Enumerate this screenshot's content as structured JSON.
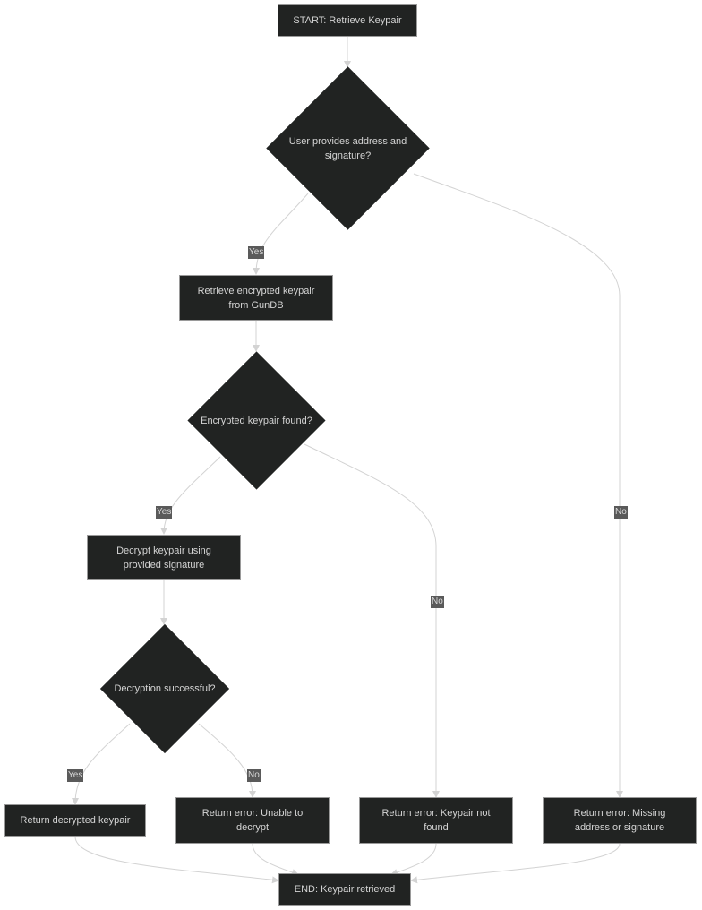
{
  "nodes": {
    "start": "START: Retrieve Keypair",
    "q_user_provides": "User provides address and signature?",
    "retrieve": "Retrieve encrypted keypair from GunDB",
    "q_found": "Encrypted keypair found?",
    "decrypt": "Decrypt keypair using provided signature",
    "q_decrypt_ok": "Decryption successful?",
    "return_keypair": "Return decrypted keypair",
    "err_decrypt": "Return error: Unable to decrypt",
    "err_not_found": "Return error: Keypair not found",
    "err_missing": "Return error: Missing address or signature",
    "end": "END: Keypair retrieved"
  },
  "edge_labels": {
    "user_yes": "Yes",
    "user_no": "No",
    "found_yes": "Yes",
    "found_no": "No",
    "decrypt_yes": "Yes",
    "decrypt_no": "No"
  },
  "colors": {
    "node_fill": "#212322",
    "node_text": "#d4d4d4",
    "edge": "#d3d3d3",
    "label_bg": "#5a5a5a"
  }
}
